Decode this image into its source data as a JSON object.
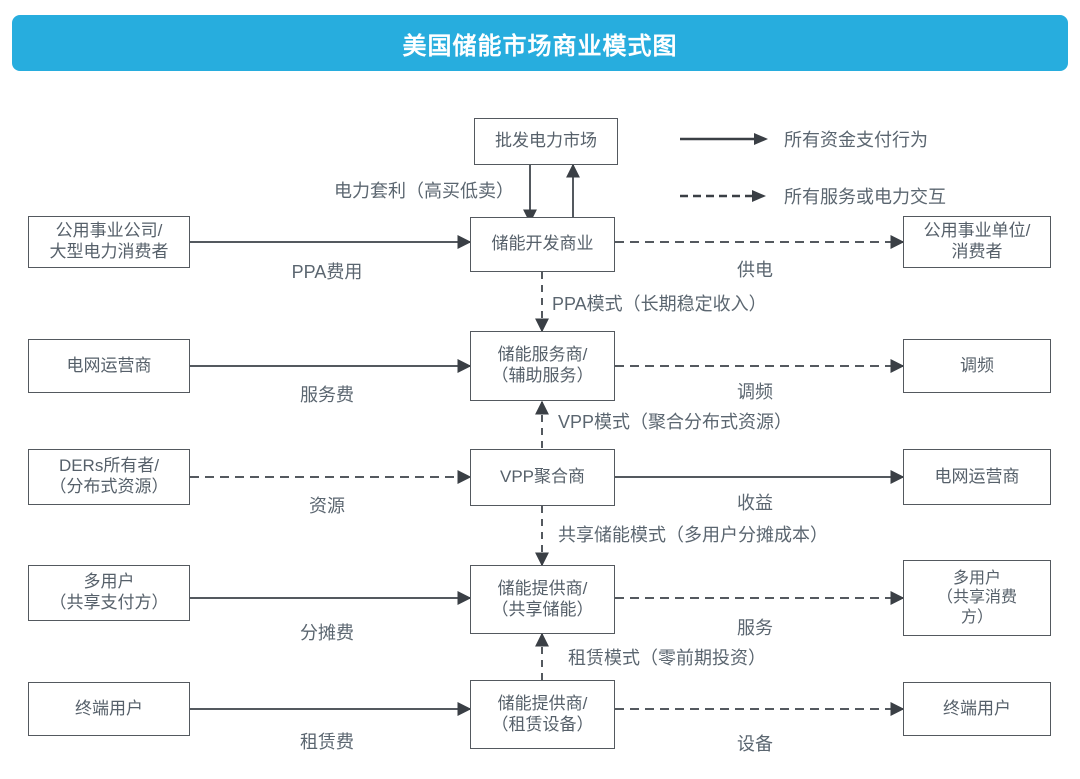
{
  "title": "美国储能市场商业模式图",
  "theme": {
    "accent": "#27ADDE",
    "line": "#54595f",
    "text": "#56606a",
    "background": "#ffffff"
  },
  "legend": {
    "items": [
      {
        "style": "solid",
        "icon": "solid-arrow-icon",
        "label": "所有资金支付行为"
      },
      {
        "style": "dashed",
        "icon": "dashed-arrow-icon",
        "label": "所有服务或电力交互"
      }
    ]
  },
  "nodes": {
    "wholesale_market": {
      "lines": [
        "批发电力市场"
      ]
    },
    "left_utility": {
      "lines": [
        "公用事业公司/",
        "大型电力消费者"
      ]
    },
    "left_grid_operator": {
      "lines": [
        "电网运营商"
      ]
    },
    "left_ders": {
      "lines": [
        "DERs所有者/",
        "（分布式资源）"
      ]
    },
    "left_multiuser": {
      "lines": [
        "多用户",
        "（共享支付方）"
      ]
    },
    "left_enduser": {
      "lines": [
        "终端用户"
      ]
    },
    "mid_developer": {
      "lines": [
        "储能开发商业"
      ]
    },
    "mid_service": {
      "lines": [
        "储能服务商/",
        "（辅助服务）"
      ]
    },
    "mid_vpp": {
      "lines": [
        "VPP聚合商"
      ]
    },
    "mid_shared": {
      "lines": [
        "储能提供商/",
        "（共享储能）"
      ]
    },
    "mid_lease": {
      "lines": [
        "储能提供商/",
        "（租赁设备）"
      ]
    },
    "right_utility": {
      "lines": [
        "公用事业单位/",
        "消费者"
      ]
    },
    "right_freq": {
      "lines": [
        "调频"
      ]
    },
    "right_grid": {
      "lines": [
        "电网运营商"
      ]
    },
    "right_multiuser": {
      "lines": [
        "多用户",
        "（共享消费",
        "方）"
      ]
    },
    "right_enduser": {
      "lines": [
        "终端用户"
      ]
    }
  },
  "edge_labels": {
    "arbitrage": "电力套利（高买低卖）",
    "ppa_fee": "PPA费用",
    "ppa_mode": "PPA模式（长期稳定收入）",
    "supply_power": "供电",
    "service_fee": "服务费",
    "frequency": "调频",
    "vpp_mode": "VPP模式（聚合分布式资源）",
    "resource": "资源",
    "revenue": "收益",
    "shared_mode": "共享储能模式（多用户分摊成本）",
    "share_fee": "分摊费",
    "service": "服务",
    "lease_mode": "租赁模式（零前期投资）",
    "lease_fee": "租赁费",
    "equipment": "设备"
  },
  "flows": [
    {
      "from": "wholesale_market",
      "to": "mid_developer",
      "kind": "money",
      "label": "电力套利（高买低卖）"
    },
    {
      "from": "mid_developer",
      "to": "wholesale_market",
      "kind": "money",
      "label": ""
    },
    {
      "from": "left_utility",
      "to": "mid_developer",
      "kind": "money",
      "label": "PPA费用"
    },
    {
      "from": "mid_developer",
      "to": "right_utility",
      "kind": "service",
      "label": "供电"
    },
    {
      "from": "mid_developer",
      "to": "mid_service",
      "kind": "service",
      "label": "PPA模式（长期稳定收入）"
    },
    {
      "from": "left_grid_operator",
      "to": "mid_service",
      "kind": "money",
      "label": "服务费"
    },
    {
      "from": "mid_service",
      "to": "right_freq",
      "kind": "service",
      "label": "调频"
    },
    {
      "from": "mid_vpp",
      "to": "mid_service",
      "kind": "service",
      "label": "VPP模式（聚合分布式资源）"
    },
    {
      "from": "left_ders",
      "to": "mid_vpp",
      "kind": "service",
      "label": "资源"
    },
    {
      "from": "mid_vpp",
      "to": "right_grid",
      "kind": "money",
      "label": "收益"
    },
    {
      "from": "mid_vpp",
      "to": "mid_shared",
      "kind": "service",
      "label": "共享储能模式（多用户分摊成本）"
    },
    {
      "from": "left_multiuser",
      "to": "mid_shared",
      "kind": "money",
      "label": "分摊费"
    },
    {
      "from": "mid_shared",
      "to": "right_multiuser",
      "kind": "service",
      "label": "服务"
    },
    {
      "from": "mid_lease",
      "to": "mid_shared",
      "kind": "service",
      "label": "租赁模式（零前期投资）"
    },
    {
      "from": "left_enduser",
      "to": "mid_lease",
      "kind": "money",
      "label": "租赁费"
    },
    {
      "from": "mid_lease",
      "to": "right_enduser",
      "kind": "service",
      "label": "设备"
    }
  ]
}
